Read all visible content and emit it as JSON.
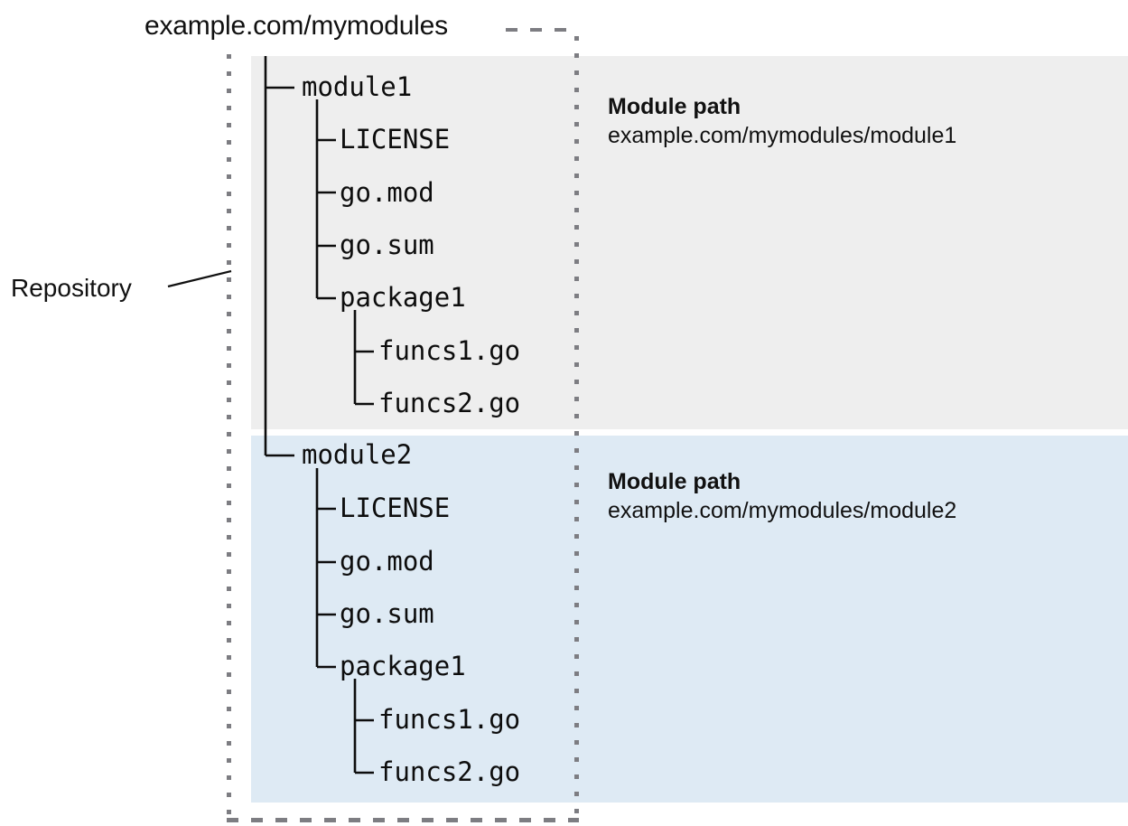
{
  "diagram": {
    "repo_url_label": "example.com/mymodules",
    "repository_label": "Repository"
  },
  "tree": {
    "module1": {
      "name": "module1",
      "children": [
        {
          "name": "LICENSE",
          "connector": "tee"
        },
        {
          "name": "go.mod",
          "connector": "tee"
        },
        {
          "name": "go.sum",
          "connector": "tee"
        },
        {
          "name": "package1",
          "connector": "elbow"
        }
      ],
      "package_children": [
        {
          "name": "funcs1.go",
          "connector": "tee"
        },
        {
          "name": "funcs2.go",
          "connector": "elbow"
        }
      ]
    },
    "module2": {
      "name": "module2",
      "children": [
        {
          "name": "LICENSE",
          "connector": "tee"
        },
        {
          "name": "go.mod",
          "connector": "tee"
        },
        {
          "name": "go.sum",
          "connector": "tee"
        },
        {
          "name": "package1",
          "connector": "elbow"
        }
      ],
      "package_children": [
        {
          "name": "funcs1.go",
          "connector": "tee"
        },
        {
          "name": "funcs2.go",
          "connector": "elbow"
        }
      ]
    }
  },
  "annotations": [
    {
      "title": "Module path",
      "path": "example.com/mymodules/module1"
    },
    {
      "title": "Module path",
      "path": "example.com/mymodules/module2"
    }
  ],
  "colors": {
    "panel_module1": "#eeeeee",
    "panel_module2": "#deeaf4",
    "dotted_border": "#7d7d82",
    "text": "#111111",
    "tree_line": "#0d0d0d"
  }
}
